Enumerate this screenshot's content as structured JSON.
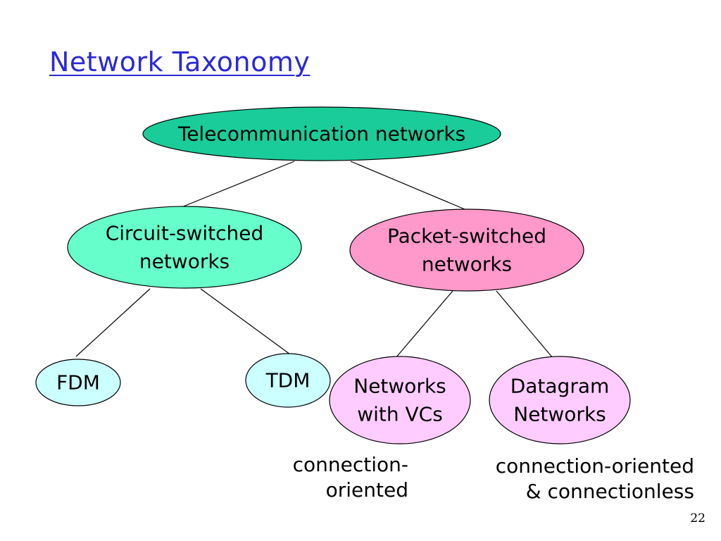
{
  "title": "Network Taxonomy",
  "colors": {
    "title": "#2a2ad6",
    "root_fill": "#1acc99",
    "circuit_fill": "#66ffcc",
    "packet_fill": "#ff99cc",
    "leaf_circuit_fill": "#ccffff",
    "leaf_packet_fill": "#ffccff",
    "outline": "#000000"
  },
  "nodes": {
    "root": {
      "lines": [
        "Telecommunication networks"
      ]
    },
    "circuit": {
      "lines": [
        "Circuit-switched",
        "networks"
      ]
    },
    "packet": {
      "lines": [
        "Packet-switched",
        "networks"
      ]
    },
    "fdm": {
      "lines": [
        "FDM"
      ]
    },
    "tdm": {
      "lines": [
        "TDM"
      ]
    },
    "vc": {
      "lines": [
        "Networks",
        "with VCs"
      ]
    },
    "datagram": {
      "lines": [
        "Datagram",
        "Networks"
      ]
    }
  },
  "edges": [
    [
      "root",
      "circuit"
    ],
    [
      "root",
      "packet"
    ],
    [
      "circuit",
      "fdm"
    ],
    [
      "circuit",
      "tdm"
    ],
    [
      "packet",
      "vc"
    ],
    [
      "packet",
      "datagram"
    ]
  ],
  "notes": {
    "vc": [
      "connection-",
      "oriented"
    ],
    "datagram": [
      "connection-oriented",
      "& connectionless"
    ]
  },
  "page_number": "22"
}
